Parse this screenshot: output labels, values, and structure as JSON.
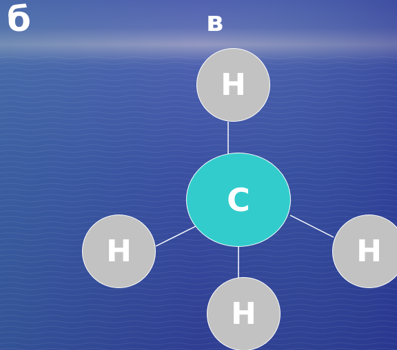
{
  "labels": {
    "panel_left": "б",
    "panel_right": "в"
  },
  "molecule": {
    "central_atom": "C",
    "hydrogen_atoms": [
      "H",
      "H",
      "H",
      "H"
    ]
  },
  "colors": {
    "carbon": "#33cccc",
    "hydrogen": "#c2c2c2",
    "bond": "#ffffff",
    "text": "#ffffff",
    "sea_dark": "#2d3a8f",
    "sea_light": "#4a63a8"
  }
}
